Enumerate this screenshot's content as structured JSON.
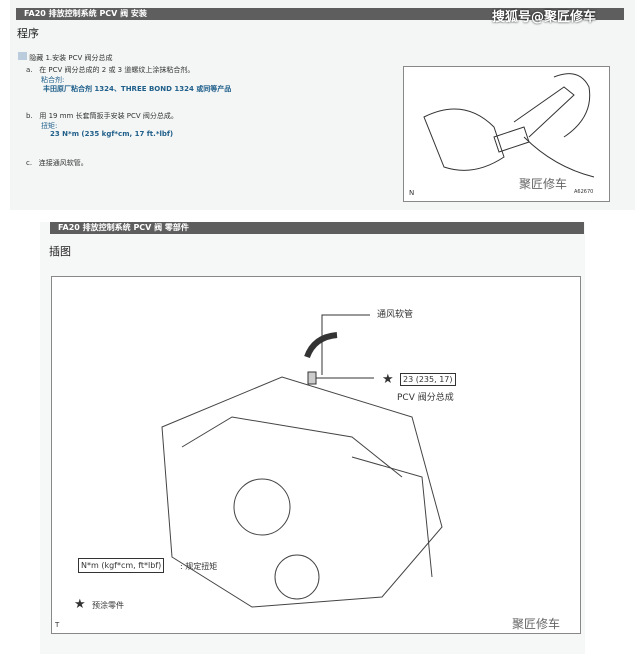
{
  "watermark_top": "搜狐号@聚匠修车",
  "section1": {
    "header": "FA20 排放控制系统  PCV 阀  安装",
    "title": "程序",
    "step": "1.安装 PCV 阀分总成",
    "step_icon_alt": "隐藏",
    "a_label": "a.",
    "a_text": "在 PCV 阀分总成的 2 或 3 道螺纹上涂抹粘合剂。",
    "a_sub": "粘合剂:",
    "a_value": "丰田原厂粘合剂 1324、THREE BOND 1324 或同等产品",
    "b_label": "b.",
    "b_text": "用 19 mm 长套筒扳手安装 PCV 阀分总成。",
    "b_sub": "扭矩:",
    "b_value": "23 N*m (235 kgf*cm, 17 ft.*lbf)",
    "c_label": "c.",
    "c_text": "连接通风软管。",
    "fig_n": "N",
    "fig_id": "A62670",
    "logo": "聚匠修车"
  },
  "section2": {
    "header": "FA20 排放控制系统  PCV 阀  零部件",
    "title": "插图",
    "hose": "通风软管",
    "torque": "23 (235, 17)",
    "valve": "PCV 阀分总成",
    "legend_torque": "N*m (kgf*cm, ft*lbf)",
    "legend_torque_desc": ": 规定扭矩",
    "legend_star": "★",
    "legend_star_desc": "预涂零件",
    "fig_t": "T",
    "logo": "聚匠修车"
  }
}
